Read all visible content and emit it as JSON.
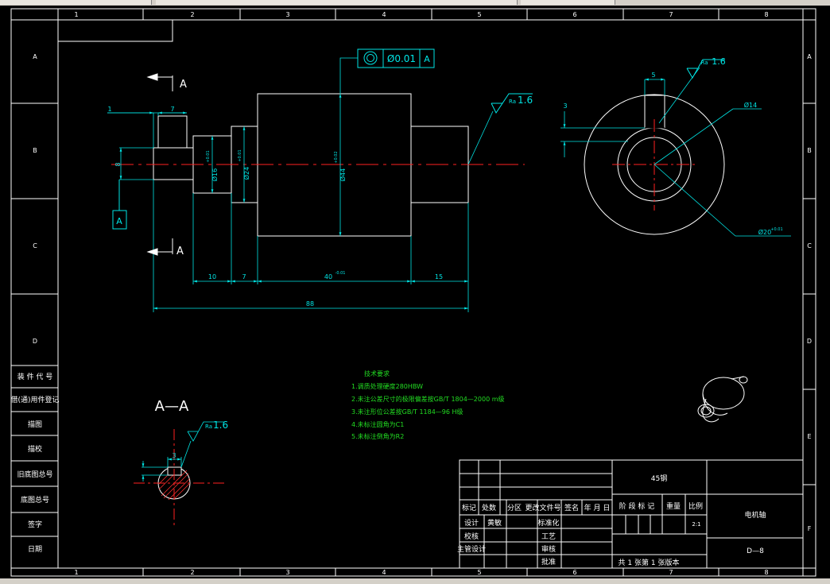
{
  "grid": {
    "columns": [
      "1",
      "2",
      "3",
      "4",
      "5",
      "6",
      "7",
      "8"
    ],
    "rows_left": [
      "A",
      "B",
      "C",
      "D"
    ],
    "rows_right": [
      "A",
      "B",
      "C",
      "D",
      "E",
      "F"
    ]
  },
  "left_strip": [
    "装 件 代 号",
    "借(通)用件登记",
    "描图",
    "描校",
    "旧底图总号",
    "底图总号",
    "签字",
    "日期"
  ],
  "datum_label": "A",
  "section_label": "A",
  "section_title": "A—A",
  "tolerance_frame": {
    "symbol": "◎",
    "value": "Ø0.01",
    "datum": "A"
  },
  "roughness": {
    "ra": "Ra",
    "value": "1.6"
  },
  "dimensions": {
    "d1": "1",
    "d7_top": "7",
    "d_ext": "8",
    "dia1": "Ø16",
    "dia1_tol": "+0.01",
    "dia2": "Ø24",
    "dia2_tol": "+0.01",
    "dia3": "Ø44",
    "dia3_tol": "+0.02",
    "len10": "10",
    "len7": "7",
    "len40": "40",
    "len40_tol": "-0.01",
    "len15": "15",
    "len88": "88",
    "side_5": "5",
    "side_3": "3",
    "side_dia_key": "Ø14",
    "side_dia_big": "Ø20",
    "side_dia_big_tol": "+0.01",
    "aa_3": "3"
  },
  "tech_notes": {
    "title": "技术要求",
    "items": [
      "1.调质处理硬度280HBW",
      "2.未注公差尺寸的极限偏差按GB/T 1804—2000 m级",
      "3.未注形位公差按GB/T 1184—96 H级",
      "4.未标注圆角为C1",
      "5.未标注倒角为R2"
    ]
  },
  "title_block": {
    "material": "45钢",
    "part_name": "电机轴",
    "drawing_no": "D—8",
    "scale": "2:1",
    "sheet": "共 1 张第 1 张版本",
    "headers": [
      "标记",
      "处数",
      "分区",
      "更改文件号",
      "签名",
      "年 月 日"
    ],
    "stage_headers": [
      "阶 段 标 记",
      "重量",
      "比例"
    ],
    "rows": [
      {
        "role": "设计",
        "name": "黄敏",
        "role2": "标准化"
      },
      {
        "role": "校核",
        "name": "",
        "role2": "工艺"
      },
      {
        "role": "主管设计",
        "name": "",
        "role2": "审核"
      },
      {
        "role": "",
        "name": "",
        "role2": "批准"
      }
    ]
  },
  "colors": {
    "frame": "#ffffff",
    "dim": "#00e5e5",
    "center": "#ff2020",
    "notes": "#22dd22",
    "background": "#000000"
  }
}
